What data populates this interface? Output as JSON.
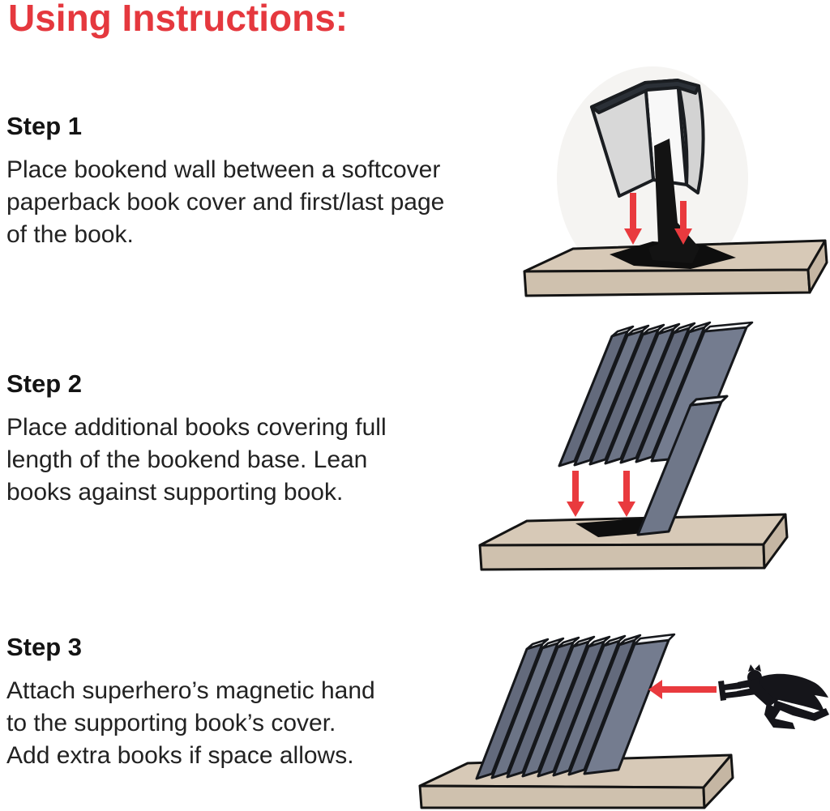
{
  "title": "Using Instructions:",
  "colors": {
    "title_red": "#E5383E",
    "arrow_red": "#E93A3E",
    "shelf_tan": "#D7C9B7",
    "book_slate": "#6B7284",
    "bookend_black": "#0E0E0E",
    "text_black": "#1F1F1F"
  },
  "icons": {
    "step1_arrows": "red-down-arrows",
    "step2_arrows": "red-down-arrows",
    "step3_arrow": "red-left-arrow",
    "superhero": "flying-superhero-silhouette"
  },
  "steps": [
    {
      "heading": "Step 1",
      "lines": [
        "Place bookend wall between a softcover",
        "paperback book cover and first/last page",
        "of the book."
      ],
      "illustration": "bookend-wall-inserted-between-book-cover-and-first-page"
    },
    {
      "heading": "Step 2",
      "lines": [
        "Place additional books covering full",
        "length of the bookend base. Lean",
        "books against supporting book."
      ],
      "illustration": "books-lowered-onto-bookend-base"
    },
    {
      "heading": "Step 3",
      "lines": [
        "Attach superhero’s magnetic hand",
        "to the supporting book’s cover.",
        "Add extra books if space allows."
      ],
      "illustration": "superhero-magnetic-hand-attaching-to-supporting-book"
    }
  ]
}
